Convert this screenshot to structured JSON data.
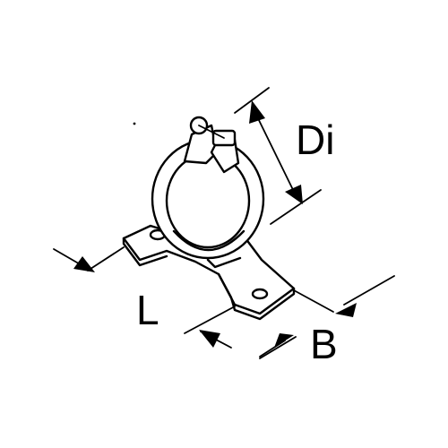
{
  "diagram": {
    "labels": {
      "diameter": "Di",
      "length": "L",
      "width": "B"
    }
  }
}
